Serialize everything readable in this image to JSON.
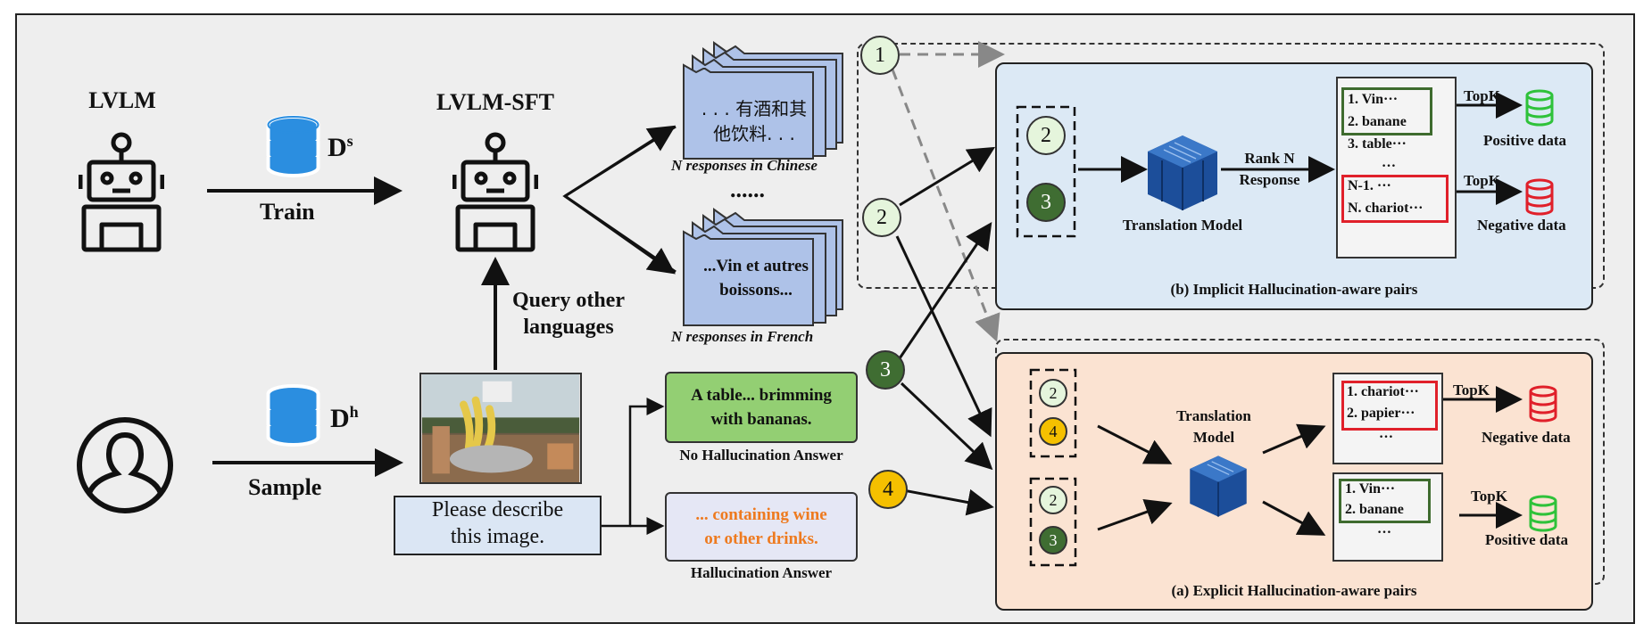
{
  "labels": {
    "lvlm": "LVLM",
    "lvlm_sft": "LVLM-SFT",
    "ds": "D",
    "ds_sup": "s",
    "dh": "D",
    "dh_sup": "h",
    "train": "Train",
    "sample": "Sample",
    "query": "Query other\nlanguages",
    "prompt": "Please describe\nthis image.",
    "dots": "......"
  },
  "responses": {
    "chinese_text": ". . . 有酒和其\n他饮料. . .",
    "chinese_caption": "N responses  in Chinese",
    "french_text": "...Vin et autres\nboissons...",
    "french_caption": "N responses  in French"
  },
  "answers": {
    "no_halluc_text": "A table... brimming\nwith bananas.",
    "no_halluc_caption": "No Hallucination Answer",
    "halluc_text": "... containing wine\nor other drinks.",
    "halluc_caption": "Hallucination Answer"
  },
  "circles": {
    "one": "1",
    "two": "2",
    "three": "3",
    "four": "4"
  },
  "panel_b": {
    "title": "(b) Implicit Hallucination-aware pairs",
    "model": "Translation Model",
    "rank": "Rank N\nResponse",
    "list": [
      "1. Vin···",
      "2. banane",
      "3. table···",
      "…",
      "N-1. ···",
      "N. chariot···"
    ],
    "topk1": "TopK",
    "positive": "Positive data",
    "topk2": "TopK",
    "negative": "Negative data"
  },
  "panel_a": {
    "title": "(a) Explicit Hallucination-aware pairs",
    "model": "Translation\nModel",
    "list_top": [
      "1. chariot···",
      "2. papier···",
      "…"
    ],
    "list_bottom": [
      "1. Vin···",
      "2. banane",
      "…"
    ],
    "topk1": "TopK",
    "negative": "Negative data",
    "topk2": "TopK",
    "positive": "Positive data"
  },
  "colors": {
    "panel_b_bg": "#dce9f5",
    "panel_a_bg": "#fbe3d2",
    "no_halluc_bg": "#93cf73",
    "halluc_bg": "#e5e7f5",
    "halluc_text": "#ee7a1f",
    "response_bg": "#aec2e8",
    "db_blue": "#2b8ee0",
    "positive_green": "#2fc23a",
    "negative_red": "#e0202a",
    "model_blue": "#1c4e9a"
  },
  "icons": [
    "robot-icon",
    "database-icon",
    "user-icon",
    "translation-model-icon",
    "image-thumbnail"
  ]
}
